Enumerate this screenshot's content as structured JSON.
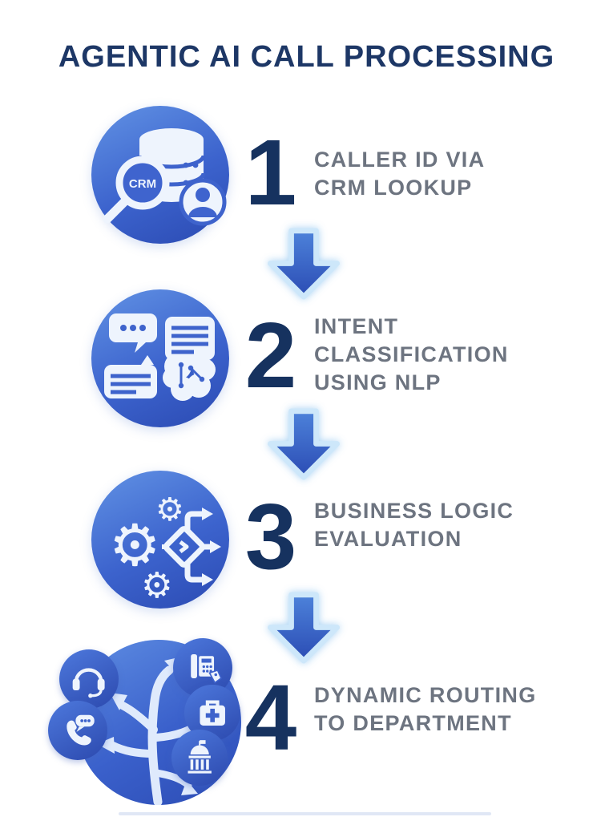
{
  "title": "AGENTIC AI CALL PROCESSING",
  "colors": {
    "title_navy": "#1d3766",
    "number_navy": "#16325f",
    "label_gray": "#6d7480",
    "circle_gradient_start": "#6192e4",
    "circle_gradient_end": "#2b4ab2",
    "arrow_gradient_start": "#4d82da",
    "arrow_gradient_end": "#2b4cb4",
    "arrow_glow": "#cde7fa",
    "icon_white": "#eef4fd"
  },
  "icons": {
    "gear": "⚙"
  },
  "steps": [
    {
      "number": "1",
      "lines": [
        "CALLER ID VIA",
        "CRM LOOKUP"
      ],
      "icon": "crm-database-lookup-icon",
      "icon_label": "CRM"
    },
    {
      "number": "2",
      "lines": [
        "INTENT",
        "CLASSIFICATION",
        "USING NLP"
      ],
      "icon": "nlp-brain-chat-icon"
    },
    {
      "number": "3",
      "lines": [
        "BUSINESS LOGIC",
        "EVALUATION"
      ],
      "icon": "gears-decision-flow-icon"
    },
    {
      "number": "4",
      "lines": [
        "DYNAMIC ROUTING",
        "TO DEPARTMENT"
      ],
      "icon": "routing-branches-icon",
      "departments": [
        "support-headset",
        "phone-chat",
        "office-fax",
        "medical-kit",
        "government-building"
      ]
    }
  ]
}
